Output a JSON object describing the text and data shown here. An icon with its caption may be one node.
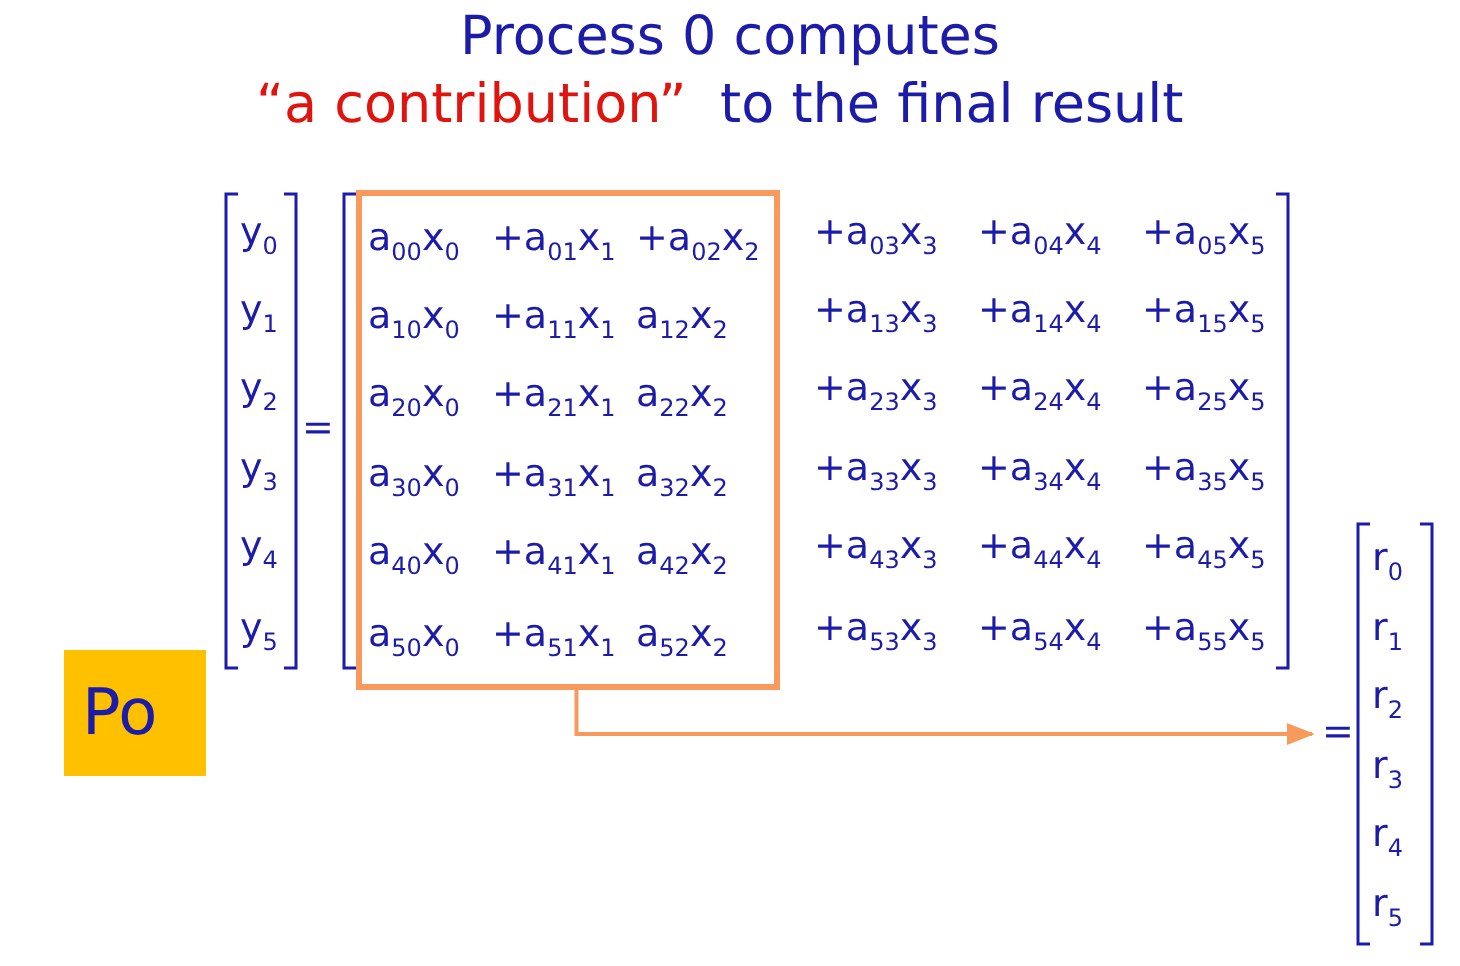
{
  "diagram": {
    "title": "Process 0 computes",
    "nodes": [
      {
        "text": [
          "a$_{00}$x$_{0}$",
          "+a$_{01}$x$_{1}$",
          "+a$_{02}$x$_{2}$",
          "a$_{10}$x$_{0}$",
          "+a$_{11}$x$_{1}$",
          "a$_{12}$x$_{2}$",
          "a$_{20}$x$_{0}$",
          "+a$_{21}$x$_{1}$",
          "a$_{22}$x$_{2}$",
          "a$_{30}$x$_{0}$",
          "+a$_{31}$x$_{1}$",
          "a$_{32}$x$_{2}$",
          "a$_{40}$x$_{0}$",
          "+a$_{41}$x$_{1}$",
          "a$_{42}$x$_{2}$",
          "a$_{50}$x$_{0}$",
          "+a$_{51}$x$_{1}$",
          "a$_{52}$x$_{2}$"
        ]
      },
      {
        "text": [
          "r$_{0}$",
          "r$_{1}$",
          "r$_{2}$",
          "r$_{3}$",
          "r$_{4}$",
          "r$_{5}$"
        ]
      },
      {
        "text": [
          "Po"
        ]
      }
    ],
    "edges": [
      {
        "from": 0,
        "to": 1,
        "arrow": "to",
        "color": "#f79a5c"
      }
    ],
    "labels": [
      "“a contribution”",
      "to the final result",
      "y$_{0}$",
      "y$_{1}$",
      "y$_{2}$",
      "y$_{3}$",
      "y$_{4}$",
      "y$_{5}$",
      "=",
      "+a$_{03}$x$_{3}$",
      "+a$_{04}$x$_{4}$",
      "+a$_{05}$x$_{5}$",
      "+a$_{13}$x$_{3}$",
      "+a$_{14}$x$_{4}$",
      "+a$_{15}$x$_{5}$",
      "+a$_{23}$x$_{3}$",
      "+a$_{24}$x$_{4}$",
      "+a$_{25}$x$_{5}$",
      "+a$_{33}$x$_{3}$",
      "+a$_{34}$x$_{4}$",
      "+a$_{35}$x$_{5}$",
      "+a$_{43}$x$_{3}$",
      "+a$_{44}$x$_{4}$",
      "+a$_{45}$x$_{5}$",
      "+a$_{53}$x$_{3}$",
      "+a$_{54}$x$_{4}$",
      "+a$_{55}$x$_{5}$",
      "="
    ]
  }
}
